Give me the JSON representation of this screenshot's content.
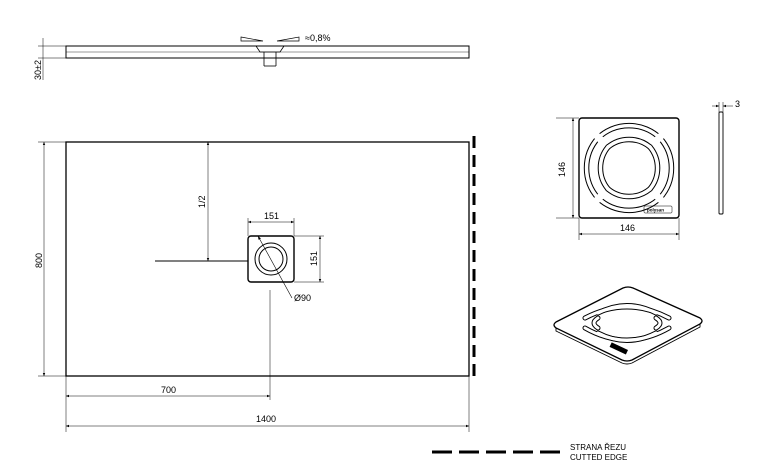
{
  "side_view": {
    "height_label": "30±2",
    "slope_label": "≈0,8%"
  },
  "plan": {
    "width_label": "1400",
    "depth_label": "800",
    "half_label": "700",
    "half_fraction_label": "1/2",
    "drain_width_label": "151",
    "drain_height_label": "151",
    "outlet_diameter_label": "Ø90"
  },
  "grate": {
    "width_label": "146",
    "height_label": "146",
    "thickness_label": "3",
    "brand_text": "polysan"
  },
  "legend": {
    "line1": "STRANA ŘEZU",
    "line2": "CUTTED EDGE"
  }
}
